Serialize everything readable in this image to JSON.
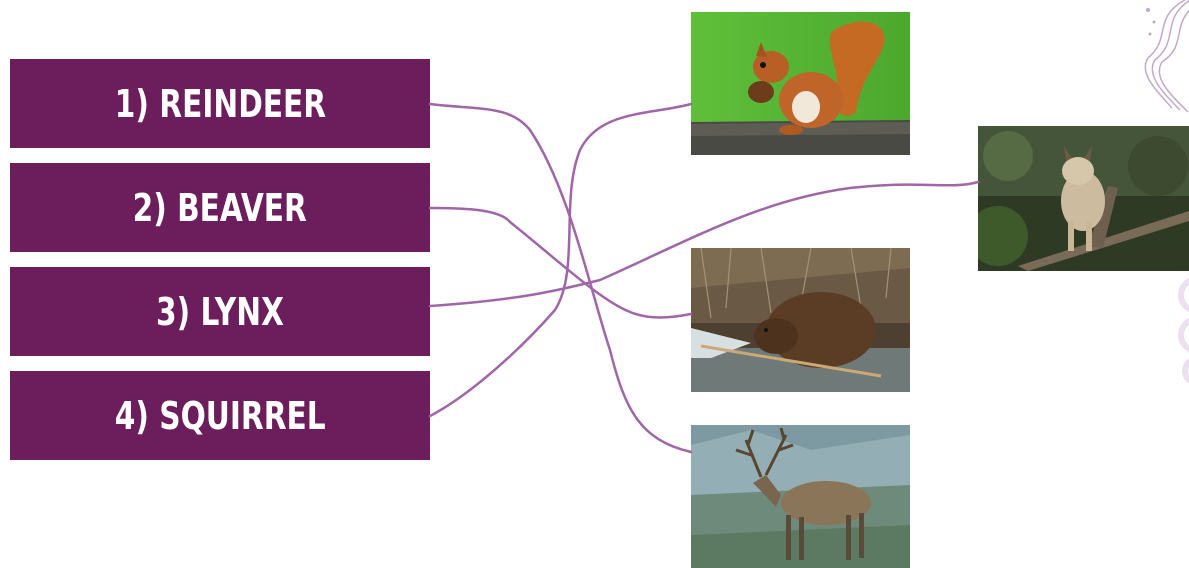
{
  "labels": [
    "1) REINDEER",
    "2) BEAVER",
    "3) LYNX",
    "4) SQUIRREL"
  ],
  "colors": {
    "box": "#6b1d5c",
    "line": "#a066a8"
  }
}
